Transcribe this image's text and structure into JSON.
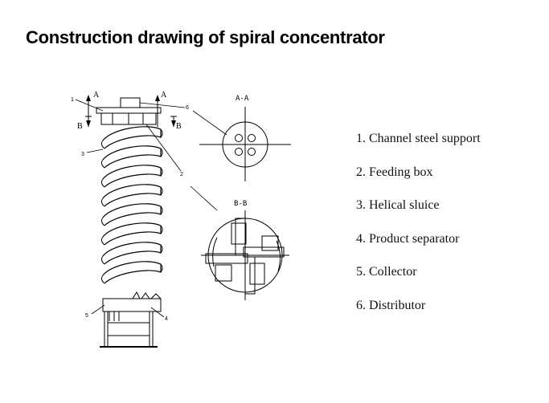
{
  "title": "Construction drawing of spiral concentrator",
  "legend": [
    "1. Channel steel support",
    "2. Feeding box",
    "3. Helical sluice",
    "4. Product separator",
    "5. Collector",
    "6. Distributor"
  ],
  "drawing": {
    "callouts": [
      "1",
      "2",
      "3",
      "4",
      "5",
      "6"
    ],
    "section_aa": "A-A",
    "section_bb": "B-B",
    "arrow_a": "A",
    "arrow_b": "B"
  }
}
